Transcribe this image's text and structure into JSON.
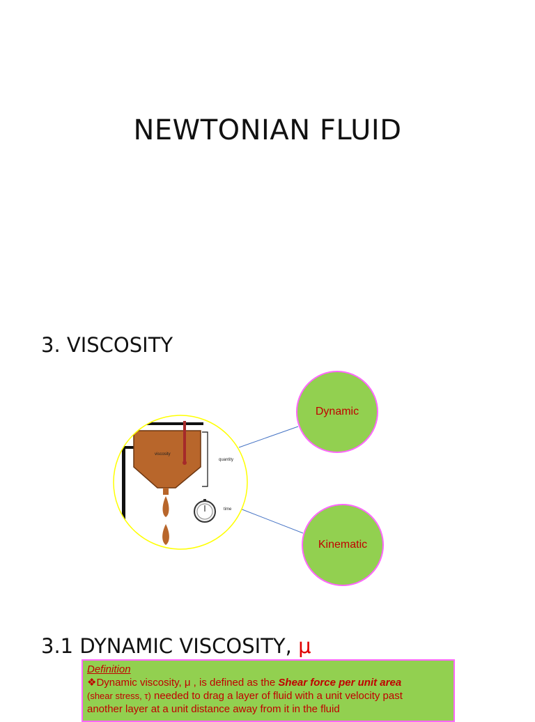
{
  "slide1": {
    "title": "NEWTONIAN FLUID"
  },
  "slide2": {
    "heading": "3. VISCOSITY",
    "illustration": {
      "tank_label": "viscosity",
      "quantity_label": "quantity",
      "time_label": "time"
    },
    "nodes": [
      {
        "label": "Dynamic"
      },
      {
        "label": "Kinematic"
      }
    ],
    "colors": {
      "node_fill": "#92d050",
      "node_border": "#ff66ff",
      "node_text": "#c00000",
      "connector": "#4472c4",
      "image_border": "#ffff00",
      "fluid": "#b8662b"
    }
  },
  "slide3": {
    "heading_text": "3.1 DYNAMIC VISCOSITY, ",
    "heading_symbol": "μ",
    "definition": {
      "title": "Definition",
      "line1_prefix": "❖Dynamic viscosity, μ , is defined as the ",
      "line1_emphasis": "Shear force per unit area",
      "line2_small": "(shear stress, τ)",
      "line2_rest": " needed to drag a layer of fluid with a unit velocity past",
      "line3": "another layer at a unit distance away from it in the fluid"
    }
  }
}
